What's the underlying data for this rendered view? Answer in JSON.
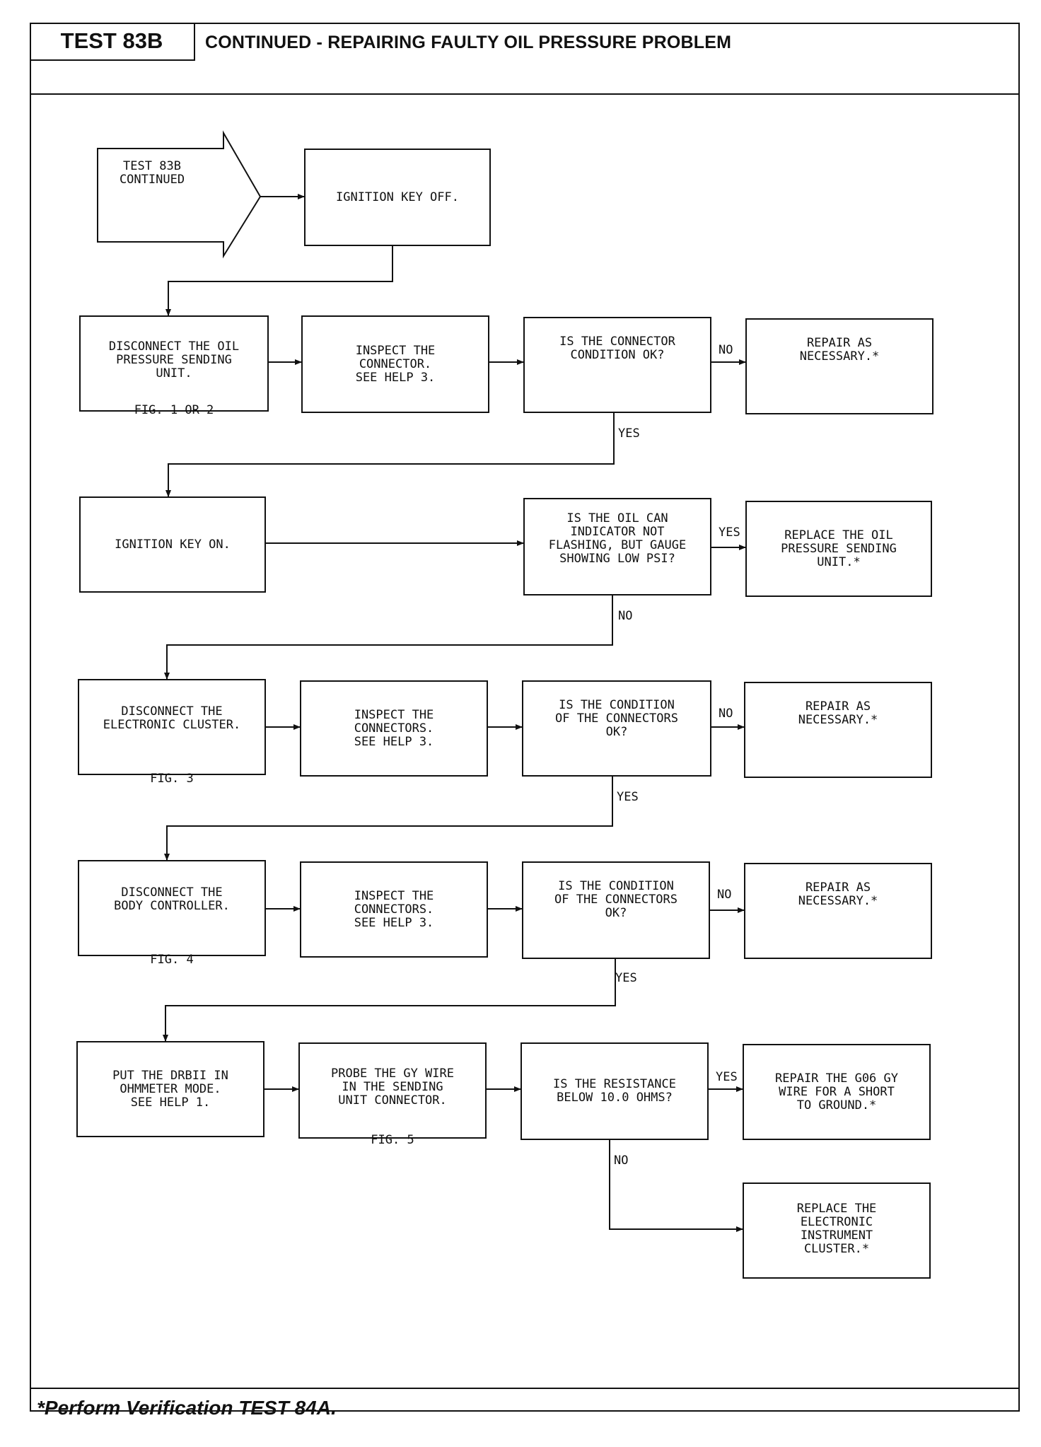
{
  "header": {
    "test_label": "TEST 83B",
    "title": "CONTINUED - REPAIRING FAULTY OIL PRESSURE PROBLEM"
  },
  "flow": {
    "start": "TEST 83B\nCONTINUED",
    "ignition_off": "IGNITION KEY OFF.",
    "row1": {
      "disconnect": "DISCONNECT THE OIL\nPRESSURE SENDING\nUNIT.",
      "disconnect_fig": "FIG. 1 OR 2",
      "inspect": "INSPECT THE\nCONNECTOR.\nSEE HELP 3.",
      "question": "IS THE CONNECTOR\nCONDITION OK?",
      "no": "NO",
      "yes": "YES",
      "repair": "REPAIR AS\nNECESSARY.*"
    },
    "row2": {
      "ignition_on": "IGNITION KEY ON.",
      "question": "IS THE OIL CAN\nINDICATOR NOT\nFLASHING, BUT GAUGE\nSHOWING LOW PSI?",
      "yes": "YES",
      "no": "NO",
      "replace": "REPLACE THE OIL\nPRESSURE SENDING\nUNIT.*"
    },
    "row3": {
      "disconnect": "DISCONNECT THE\nELECTRONIC CLUSTER.",
      "disconnect_fig": "FIG. 3",
      "inspect": "INSPECT THE\nCONNECTORS.\nSEE HELP 3.",
      "question": "IS THE CONDITION\nOF THE CONNECTORS\nOK?",
      "no": "NO",
      "yes": "YES",
      "repair": "REPAIR AS\nNECESSARY.*"
    },
    "row4": {
      "disconnect": "DISCONNECT THE\nBODY CONTROLLER.",
      "disconnect_fig": "FIG. 4",
      "inspect": "INSPECT THE\nCONNECTORS.\nSEE HELP 3.",
      "question": "IS THE CONDITION\nOF THE CONNECTORS\nOK?",
      "no": "NO",
      "yes": "YES",
      "repair": "REPAIR AS\nNECESSARY.*"
    },
    "row5": {
      "drbii": "PUT THE DRBII IN\nOHMMETER MODE.\nSEE HELP 1.",
      "probe": "PROBE THE GY WIRE\nIN THE SENDING\nUNIT CONNECTOR.",
      "probe_fig": "FIG. 5",
      "question": "IS THE RESISTANCE\nBELOW 10.0 OHMS?",
      "yes": "YES",
      "no": "NO",
      "repair": "REPAIR THE G06 GY\nWIRE FOR A SHORT\nTO GROUND.*",
      "replace": "REPLACE THE\nELECTRONIC\nINSTRUMENT\nCLUSTER.*"
    }
  },
  "footer": {
    "note": "*Perform Verification TEST 84A."
  }
}
